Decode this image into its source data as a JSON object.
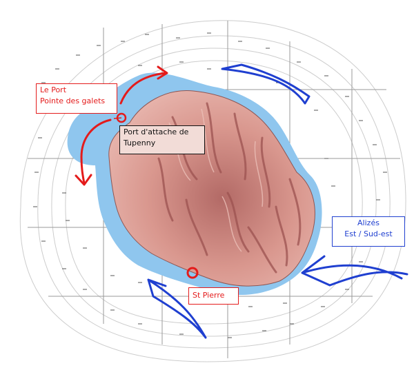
{
  "labels": {
    "le_port": {
      "line1": "Le Port",
      "line2": "Pointe des galets",
      "color": "#e41b1b"
    },
    "home_port": {
      "line1": "Port d'attache de",
      "line2": "Tupenny",
      "color": "#111111"
    },
    "st_pierre": {
      "text": "St Pierre",
      "color": "#e41b1b"
    },
    "trade_winds": {
      "line1": "Alizés",
      "line2": "Est / Sud-est",
      "color": "#1f3fd0"
    }
  },
  "colors": {
    "sea_shelf": "#8fc6ee",
    "island_relief": "#d9978e",
    "island_shadow": "#9c5250",
    "ocean_lines": "#6f6f6f",
    "route_arrow": "#e41b1b",
    "wind_arrow": "#1f3fd0"
  },
  "icons": {
    "wind_arrows": "chevron-arrow-icon",
    "route_arrows": "curved-arrow-icon",
    "port_markers": "circle-marker-icon"
  }
}
